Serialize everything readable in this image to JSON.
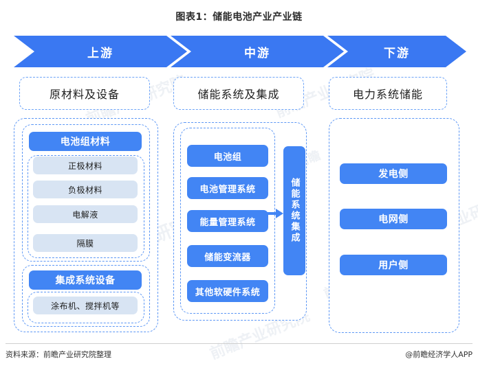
{
  "title": "图表1：储能电池产业产业链",
  "colors": {
    "primary_blue": "#4285f4",
    "chevron_blue": "#3a78f2",
    "light_blue_fill": "#d8e4f3",
    "dashed_border": "#5b96f5",
    "text_dark": "#1d1d1d"
  },
  "chevrons": [
    {
      "label": "上游"
    },
    {
      "label": "中游"
    },
    {
      "label": "下游"
    }
  ],
  "stage_heads": [
    {
      "label": "原材料及设备"
    },
    {
      "label": "储能系统及集成"
    },
    {
      "label": "电力系统储能"
    }
  ],
  "upstream": {
    "groups": [
      {
        "header": "电池组材料",
        "items": [
          "正极材料",
          "负极材料",
          "电解液",
          "隔膜"
        ]
      },
      {
        "header": "集成系统设备",
        "items": [
          "涂布机、搅拌机等"
        ]
      }
    ]
  },
  "midstream": {
    "items": [
      "电池组",
      "电池管理系统",
      "能量管理系统",
      "储能变流器",
      "其他软硬件系统"
    ],
    "integration": "储能系统集成"
  },
  "downstream": {
    "items": [
      "发电侧",
      "电网侧",
      "用户侧"
    ]
  },
  "watermarks": {
    "w1": "前瞻产业研究院",
    "w2": "前瞻产业研究院",
    "w3": "前瞻产业研究院",
    "w4": "前瞻产业研究院",
    "w5": "前瞻产业研究院",
    "w6": "前瞻",
    "w7": "前瞻"
  },
  "footer": {
    "source": "资料来源：前瞻产业研究院整理",
    "credit": "@前瞻经济学人APP"
  }
}
